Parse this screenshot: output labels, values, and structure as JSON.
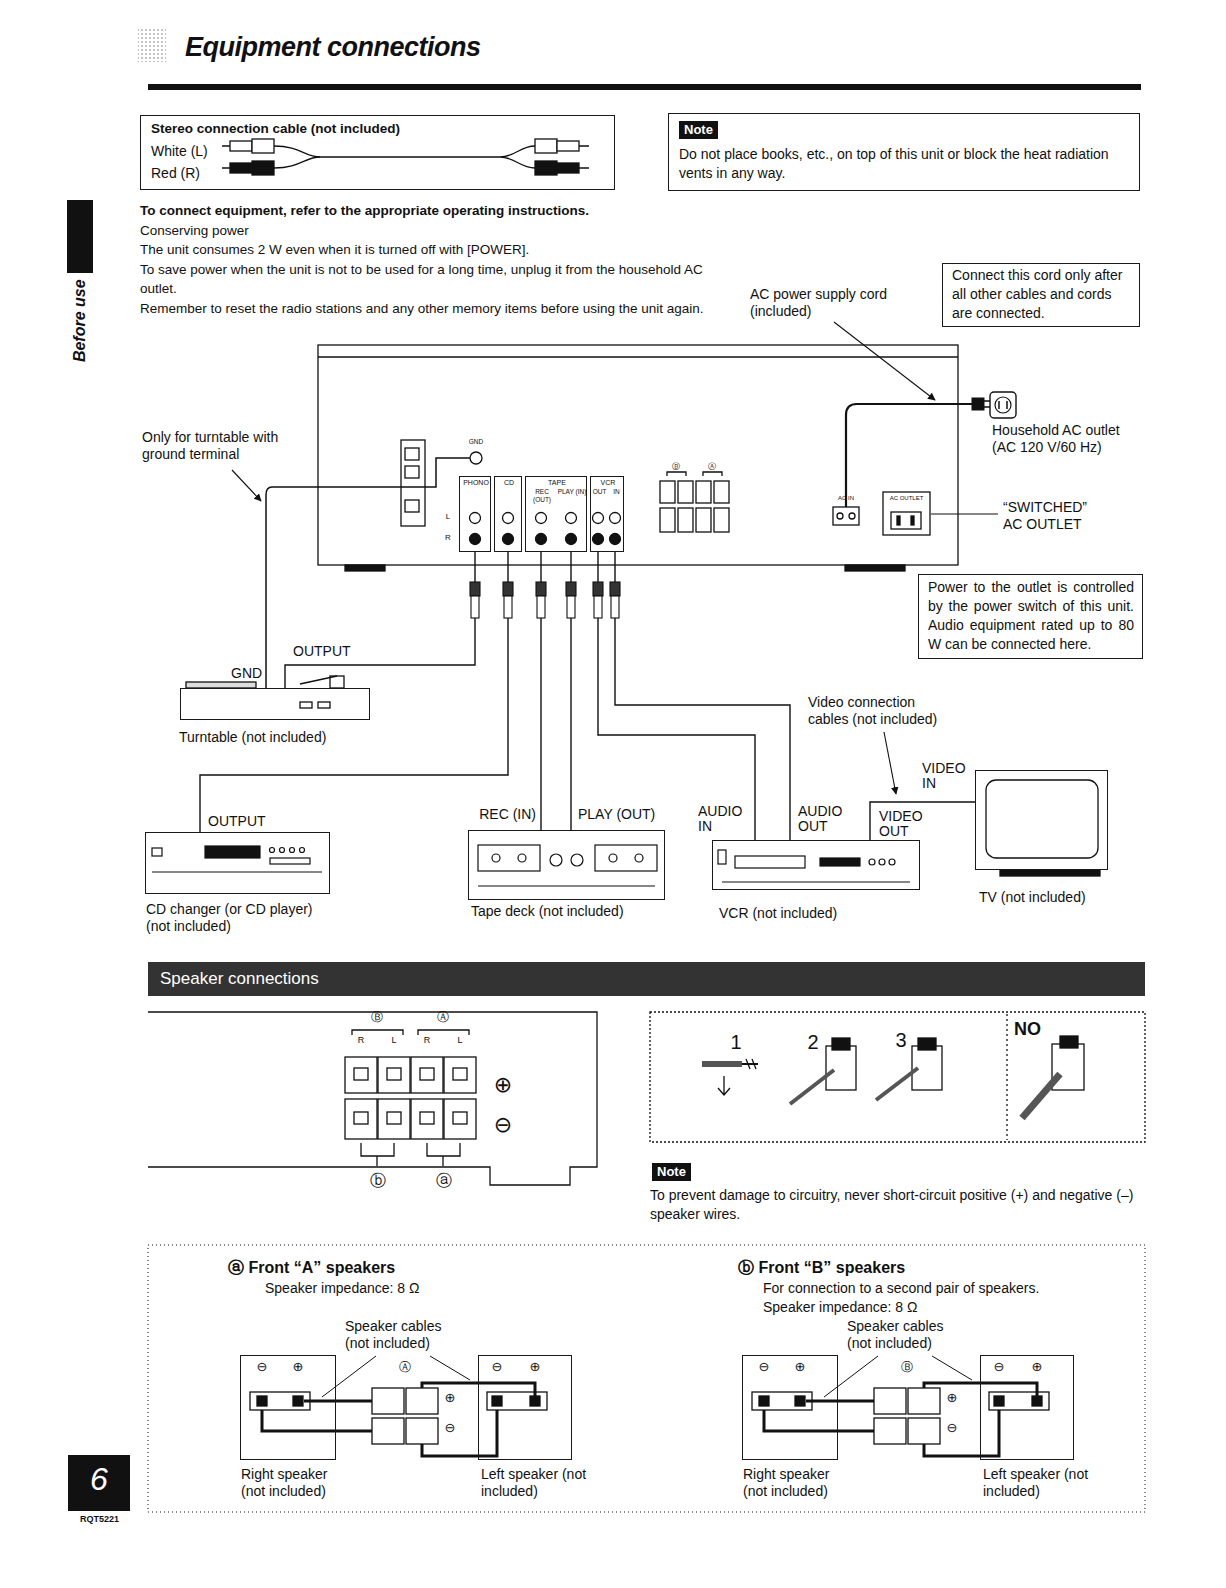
{
  "diagram": {
    "title": "Equipment connections",
    "nodes": [
      {
        "text": [
          "Stereo connection cable (not included)",
          "White (L)",
          "Red (R)"
        ]
      },
      {
        "text": [
          "Note",
          "Do not place books, etc., on top of this unit or block the heat radiation vents in any way."
        ]
      },
      {
        "text": [
          "Connect this cord only after all other cables and cords are connected."
        ]
      },
      {
        "text": [
          "PHONO"
        ]
      },
      {
        "text": [
          "CD"
        ]
      },
      {
        "text": [
          "TAPE",
          "REC (OUT)",
          "PLAY (IN)"
        ]
      },
      {
        "text": [
          "VCR",
          "OUT",
          "IN"
        ]
      },
      {
        "text": [
          "Power to the outlet is controlled by the power switch of this unit. Audio equipment rated up to 80 W can be connected here."
        ]
      },
      {
        "text": [
          "OUTPUT",
          "GND",
          "Turntable (not included)"
        ]
      },
      {
        "text": [
          "OUTPUT",
          "CD changer (or CD player) (not included)"
        ]
      },
      {
        "text": [
          "REC (IN)",
          "PLAY (OUT)",
          "Tape deck (not included)"
        ]
      },
      {
        "text": [
          "AUDIO IN",
          "AUDIO OUT",
          "VIDEO OUT",
          "VCR (not included)"
        ]
      },
      {
        "text": [
          "VIDEO IN",
          "TV (not included)"
        ]
      },
      {
        "text": [
          "Speaker connections"
        ]
      },
      {
        "text": [
          "ⓐ Front “A” speakers",
          "Speaker impedance: 8 Ω"
        ]
      },
      {
        "text": [
          "Right speaker (not included)"
        ],
        "in": 14
      },
      {
        "text": [
          "Left speaker (not included)"
        ],
        "in": 14
      },
      {
        "text": [
          "ⓑ Front “B” speakers",
          "For connection to a second pair of speakers.",
          "Speaker impedance: 8 Ω"
        ]
      },
      {
        "text": [
          "Right speaker (not included)"
        ],
        "in": 17
      },
      {
        "text": [
          "Left speaker (not included)"
        ],
        "in": 17
      }
    ],
    "edges": [
      {
        "from": 3,
        "to": 8,
        "arrow": "none"
      },
      {
        "from": 4,
        "to": 9,
        "arrow": "none"
      },
      {
        "from": 5,
        "to": 10,
        "arrow": "none"
      },
      {
        "from": 5,
        "to": 10,
        "arrow": "none"
      },
      {
        "from": 6,
        "to": 11,
        "arrow": "none"
      },
      {
        "from": 6,
        "to": 11,
        "arrow": "none"
      },
      {
        "from": 11,
        "to": 12,
        "arrow": "none"
      }
    ],
    "labels": [
      "Before use",
      "To connect equipment, refer to the appropriate operating instructions.",
      "Conserving power",
      "The unit consumes 2 W even when it is turned off with [POWER].",
      "To save power when the unit is not to be used for a long time, unplug it from the household AC outlet.",
      "Remember to reset the radio stations and any other memory items before using the unit again.",
      "AC power supply cord (included)",
      "Household AC outlet (AC 120 V/60 Hz)",
      "Only for turntable with ground terminal",
      "GND",
      "L",
      "R",
      "Ⓑ",
      "Ⓐ",
      "AC IN",
      "AC OUTLET",
      "“SWITCHED” AC OUTLET",
      "Video connection cables (not included)",
      "Ⓑ",
      "Ⓐ",
      "R",
      "L",
      "R",
      "L",
      "⊕",
      "⊖",
      "ⓑ",
      "ⓐ",
      "1",
      "2",
      "3",
      "NO",
      "Note",
      "To prevent damage to circuitry, never short-circuit positive (+) and negative (–) speaker wires.",
      "Speaker cables (not included)",
      "⊖",
      "⊕",
      "⊖",
      "⊕",
      "Ⓐ",
      "⊕",
      "⊖",
      "Speaker cables (not included)",
      "⊖",
      "⊕",
      "⊖",
      "⊕",
      "Ⓑ",
      "⊕",
      "⊖",
      "6",
      "RQT5221"
    ]
  }
}
